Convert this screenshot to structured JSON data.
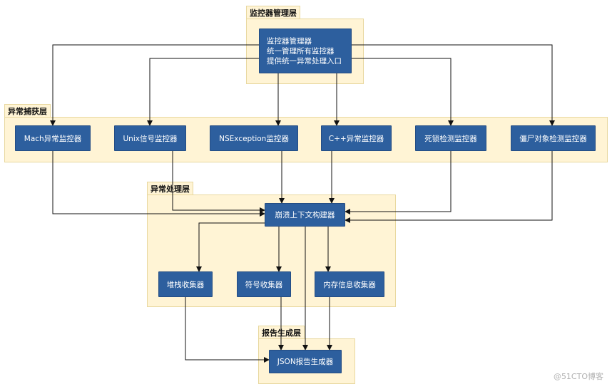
{
  "layers": {
    "monitor_manager": "监控器管理层",
    "exception_capture": "异常捕获层",
    "exception_handling": "异常处理层",
    "report_generation": "报告生成层"
  },
  "nodes": {
    "manager": [
      "监控器管理器",
      "统一管理所有监控器",
      "提供统一异常处理入口"
    ],
    "mach": "Mach异常监控器",
    "unix": "Unix信号监控器",
    "nsexception": "NSException监控器",
    "cpp": "C++异常监控器",
    "deadlock": "死锁检测监控器",
    "zombie": "僵尸对象检测监控器",
    "context_builder": "崩溃上下文构建器",
    "stack": "堆栈收集器",
    "symbol": "符号收集器",
    "memory": "内存信息收集器",
    "json": "JSON报告生成器"
  },
  "watermark": "@51CTO博客"
}
